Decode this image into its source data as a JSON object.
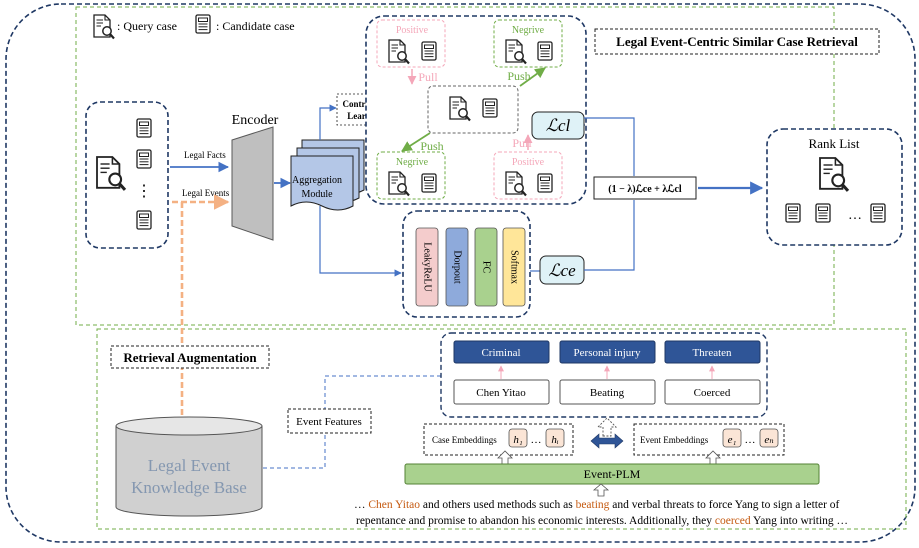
{
  "legend": {
    "query": ": Query case",
    "candidate": ": Candidate case"
  },
  "titles": {
    "main": "Legal Event-Centric Similar Case Retrieval",
    "augmentation": "Retrieval Augmentation"
  },
  "input": {
    "facts_label": "Legal Facts",
    "events_label": "Legal Events",
    "ellipsis": "⋮"
  },
  "encoder": "Encoder",
  "aggregation": {
    "line1": "Aggregation",
    "line2": "Module"
  },
  "contrastive": {
    "line1": "Contrastive",
    "line2": "Learning"
  },
  "contrast_box": {
    "positive": "Positive",
    "negative": "Negrive",
    "pull": "Pull",
    "push": "Push"
  },
  "loss": {
    "cl": "ℒcl",
    "ce": "ℒce",
    "combined": "(1 − λ)ℒce + λℒcl"
  },
  "classifier_layers": [
    "LeakyReLU",
    "Dorpout",
    "FC",
    "Softmax"
  ],
  "rank": {
    "title": "Rank List",
    "ellipsis": "…"
  },
  "knowledge_base": {
    "line1": "Legal Event",
    "line2": "Knowledge Base"
  },
  "event_features": "Event Features",
  "event_types": [
    "Criminal",
    "Personal injury",
    "Threaten"
  ],
  "event_mentions": [
    "Chen Yitao",
    "Beating",
    "Coerced"
  ],
  "case_embeddings": {
    "label": "Case Embeddings",
    "first": "h₁",
    "dots": "…",
    "last": "hᵢ"
  },
  "event_embeddings": {
    "label": "Event Embeddings",
    "first": "e₁",
    "dots": "…",
    "last": "eₙ"
  },
  "plm": "Event-PLM",
  "text": {
    "l1_a": "… ",
    "l1_b": "Chen Yitao",
    "l1_c": " and others used methods such as ",
    "l1_d": "beating",
    "l1_e": " and verbal threats to force Yang to sign a letter of",
    "l2_a": "repentance and promise to abandon his economic interests. Additionally, they ",
    "l2_b": "coerced",
    "l2_c": " Yang into writing …"
  },
  "colors": {
    "navy": "#1f3864",
    "green": "#70ad47",
    "pink": "#f4a7b9",
    "orange": "#f4b183",
    "blue": "#4472c4",
    "highlight": "#c55a11",
    "event_blue": "#2f5597"
  }
}
